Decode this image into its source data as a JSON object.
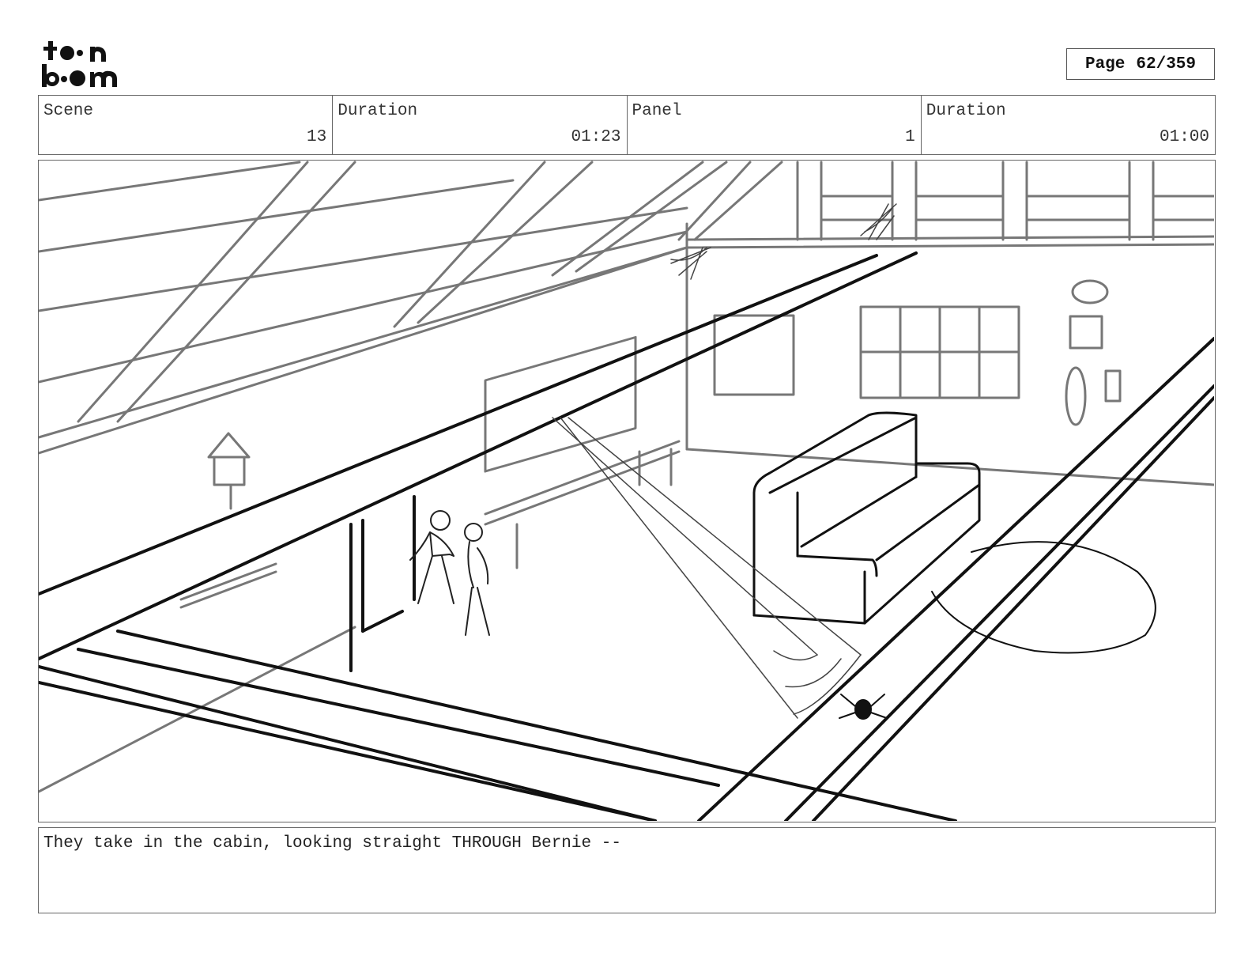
{
  "header": {
    "logo_text": "toon boom",
    "page_label": "Page",
    "page_value": "62/359"
  },
  "info": {
    "scene_label": "Scene",
    "scene_value": "13",
    "duration_label": "Duration",
    "duration_value": "01:23",
    "panel_label": "Panel",
    "panel_value": "1",
    "panel_duration_label": "Duration",
    "panel_duration_value": "01:00"
  },
  "caption": {
    "text": "They take in the cabin, looking straight THROUGH Bernie --"
  }
}
